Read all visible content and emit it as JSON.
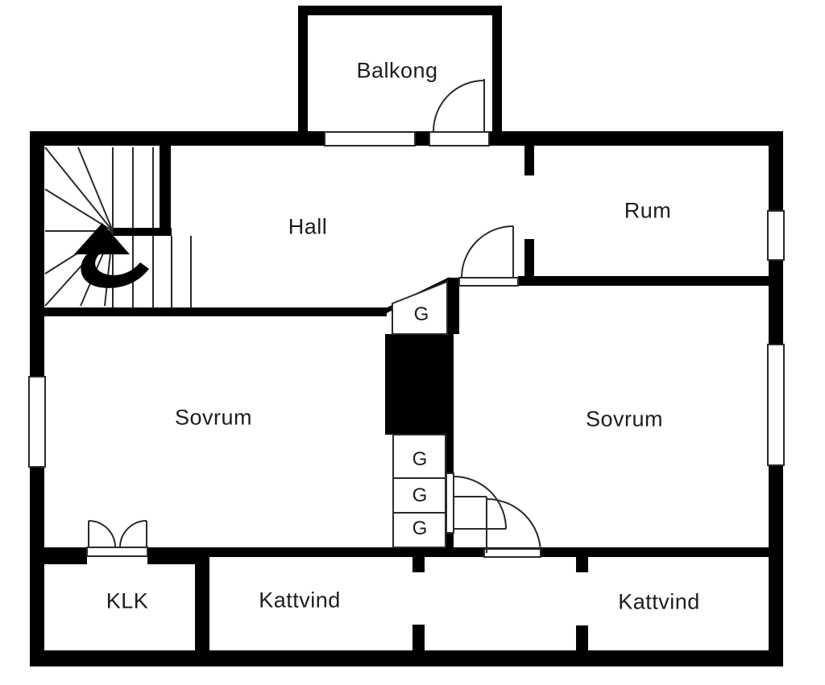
{
  "floorplan": {
    "rooms": [
      {
        "id": "balkong",
        "label": "Balkong"
      },
      {
        "id": "hall",
        "label": "Hall"
      },
      {
        "id": "rum",
        "label": "Rum"
      },
      {
        "id": "sovrum-left",
        "label": "Sovrum"
      },
      {
        "id": "sovrum-right",
        "label": "Sovrum"
      },
      {
        "id": "klk",
        "label": "KLK"
      },
      {
        "id": "kattvind-middle",
        "label": "Kattvind"
      },
      {
        "id": "kattvind-right",
        "label": "Kattvind"
      }
    ],
    "closets": [
      {
        "id": "g-hall",
        "label": "G"
      },
      {
        "id": "g-stack-1",
        "label": "G"
      },
      {
        "id": "g-stack-2",
        "label": "G"
      },
      {
        "id": "g-stack-3",
        "label": "G"
      }
    ],
    "colors": {
      "wall": "#000000",
      "floor": "#ffffff",
      "label_text": "#1d1d1d"
    }
  }
}
